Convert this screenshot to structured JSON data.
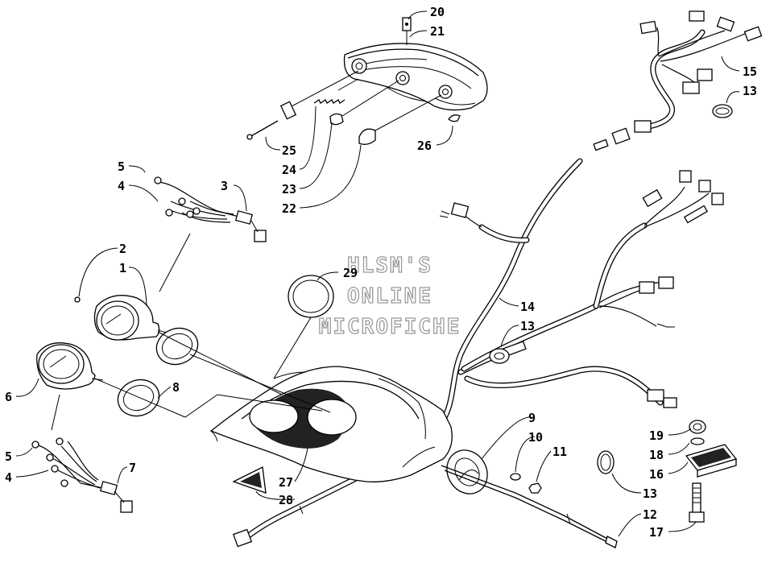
{
  "watermark": [
    "HLSM'S",
    "ONLINE",
    "MICROFICHE"
  ],
  "callouts": [
    {
      "id": "c20",
      "text": "20"
    },
    {
      "id": "c21",
      "text": "21"
    },
    {
      "id": "c15",
      "text": "15"
    },
    {
      "id": "c13a",
      "text": "13"
    },
    {
      "id": "c25",
      "text": "25"
    },
    {
      "id": "c26",
      "text": "26"
    },
    {
      "id": "c24",
      "text": "24"
    },
    {
      "id": "c23",
      "text": "23"
    },
    {
      "id": "c22",
      "text": "22"
    },
    {
      "id": "c5a",
      "text": "5"
    },
    {
      "id": "c3",
      "text": "3"
    },
    {
      "id": "c4a",
      "text": "4"
    },
    {
      "id": "c2",
      "text": "2"
    },
    {
      "id": "c1",
      "text": "1"
    },
    {
      "id": "c29",
      "text": "29"
    },
    {
      "id": "c14",
      "text": "14"
    },
    {
      "id": "c13b",
      "text": "13"
    },
    {
      "id": "c6",
      "text": "6"
    },
    {
      "id": "c8",
      "text": "8"
    },
    {
      "id": "c9",
      "text": "9"
    },
    {
      "id": "c10",
      "text": "10"
    },
    {
      "id": "c11",
      "text": "11"
    },
    {
      "id": "c19",
      "text": "19"
    },
    {
      "id": "c18",
      "text": "18"
    },
    {
      "id": "c16",
      "text": "16"
    },
    {
      "id": "c5b",
      "text": "5"
    },
    {
      "id": "c7",
      "text": "7"
    },
    {
      "id": "c4b",
      "text": "4"
    },
    {
      "id": "c27",
      "text": "27"
    },
    {
      "id": "c28",
      "text": "28"
    },
    {
      "id": "c13c",
      "text": "13"
    },
    {
      "id": "c12",
      "text": "12"
    },
    {
      "id": "c17",
      "text": "17"
    }
  ]
}
